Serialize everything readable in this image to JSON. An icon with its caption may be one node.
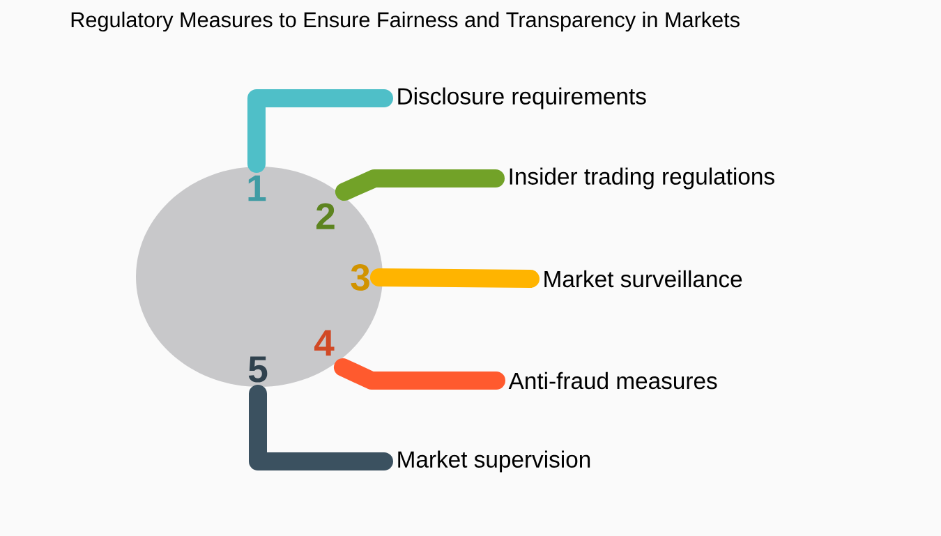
{
  "diagram": {
    "title": "Regulatory Measures to Ensure Fairness and Transparency in Markets",
    "nodes": [
      {
        "text": [],
        "shape": "circle"
      },
      {
        "text": [
          "1"
        ],
        "in": 0
      },
      {
        "text": [
          "2"
        ],
        "in": 0
      },
      {
        "text": [
          "3"
        ],
        "in": 0
      },
      {
        "text": [
          "4"
        ],
        "in": 0
      },
      {
        "text": [
          "5"
        ],
        "in": 0
      },
      {
        "text": [
          "Disclosure requirements"
        ]
      },
      {
        "text": [
          "Insider trading regulations"
        ]
      },
      {
        "text": [
          "Market surveillance"
        ]
      },
      {
        "text": [
          "Anti-fraud measures"
        ]
      },
      {
        "text": [
          "Market supervision"
        ]
      }
    ],
    "edges": [
      {
        "from": 1,
        "to": 6,
        "arrow": "none",
        "color": "#4fbfc8"
      },
      {
        "from": 2,
        "to": 7,
        "arrow": "none",
        "color": "#72a228"
      },
      {
        "from": 3,
        "to": 8,
        "arrow": "none",
        "color": "#ffb400"
      },
      {
        "from": 4,
        "to": 9,
        "arrow": "none",
        "color": "#ff5a2e"
      },
      {
        "from": 5,
        "to": 10,
        "arrow": "none",
        "color": "#3b5160"
      }
    ]
  }
}
